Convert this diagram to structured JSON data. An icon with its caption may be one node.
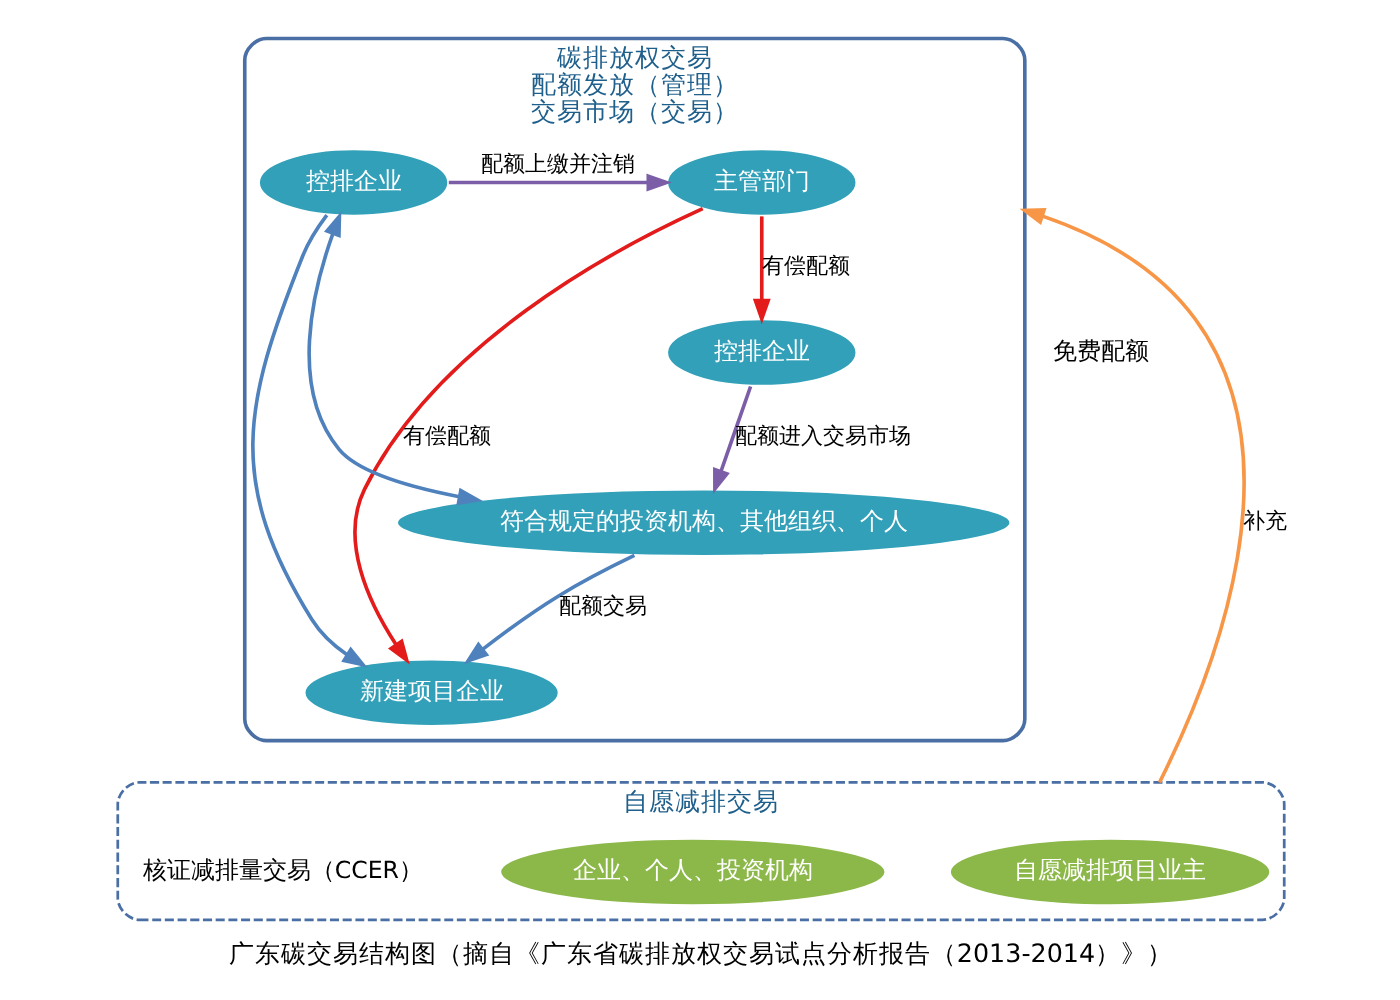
{
  "diagram": {
    "caption": "广东碳交易结构图（摘自《广东省碳排放权交易试点分析报告（2013-2014）》）",
    "nodes": [
      {
        "text": [
          "碳排放权交易",
          "配额发放（管理）",
          "交易市场（交易）"
        ]
      },
      {
        "text": [
          "主管部门"
        ],
        "in": 0
      },
      {
        "text": [
          "控排企业"
        ],
        "in": 0
      },
      {
        "text": [
          "控排企业"
        ],
        "in": 0
      },
      {
        "text": [
          "新建项目企业"
        ],
        "in": 0
      },
      {
        "text": [
          "符合规定的投资机构、其他组织、个人"
        ],
        "in": 0
      },
      {
        "text": [
          "自愿减排交易"
        ]
      },
      {
        "text": [
          "自愿减排项目业主"
        ],
        "in": 6
      },
      {
        "text": [
          "企业、个人、投资机构"
        ],
        "in": 6
      }
    ],
    "edges": [
      {
        "from": 2,
        "to": 1,
        "arrow": "to",
        "label": "配额上缴并注销",
        "color": "#7b5ea7"
      },
      {
        "from": 1,
        "to": 3,
        "arrow": "to",
        "label": "有偿配额",
        "color": "#e31b1b"
      },
      {
        "from": 1,
        "to": 4,
        "arrow": "to",
        "label": "有偿配额",
        "color": "#e31b1b"
      },
      {
        "from": 2,
        "to": 4,
        "arrow": "to"
      },
      {
        "from": 5,
        "to": 4,
        "arrow": "to",
        "label": "配额交易"
      },
      {
        "from": 2,
        "to": 5,
        "arrow": "both"
      },
      {
        "from": 3,
        "to": 5,
        "arrow": "to",
        "label": "配额进入交易市场",
        "color": "#7b5ea7"
      },
      {
        "from": 6,
        "to": 0,
        "arrow": "to",
        "label": "补充",
        "color": "#f79646"
      }
    ],
    "labels": [
      "免费配额",
      "核证减排量交易（CCER）"
    ]
  }
}
